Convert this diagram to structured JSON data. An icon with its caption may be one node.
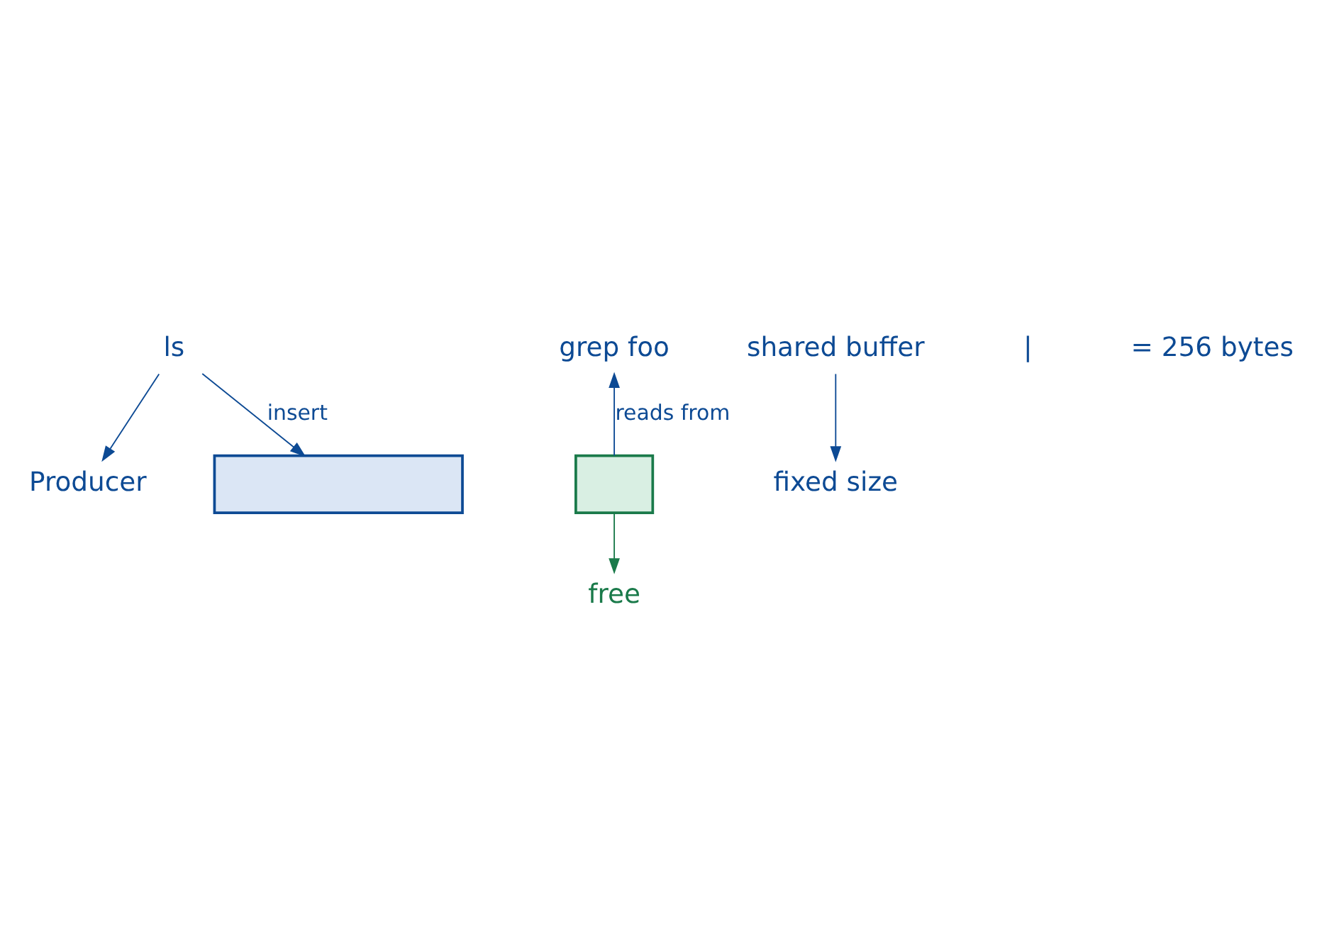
{
  "diagram": {
    "nodes": [
      {
        "text": [
          "ls"
        ]
      },
      {
        "text": [
          "grep foo"
        ]
      },
      {
        "text": [
          "Producer"
        ]
      },
      {
        "text": [],
        "shape": "box"
      },
      {
        "text": [],
        "shape": "box"
      },
      {
        "text": [
          "free"
        ]
      },
      {
        "text": [
          "shared buffer"
        ]
      },
      {
        "text": [
          "fixed size"
        ]
      }
    ],
    "edges": [
      {
        "from": 0,
        "to": 2,
        "arrow": "to"
      },
      {
        "from": 0,
        "to": 3,
        "arrow": "to",
        "label": "insert"
      },
      {
        "from": 4,
        "to": 1,
        "arrow": "to",
        "label": "reads from"
      },
      {
        "from": 4,
        "to": 5,
        "arrow": "to",
        "color": "#1a7a4a"
      },
      {
        "from": 6,
        "to": 7,
        "arrow": "to"
      }
    ],
    "labels": [
      "|",
      "= 256 bytes"
    ]
  }
}
